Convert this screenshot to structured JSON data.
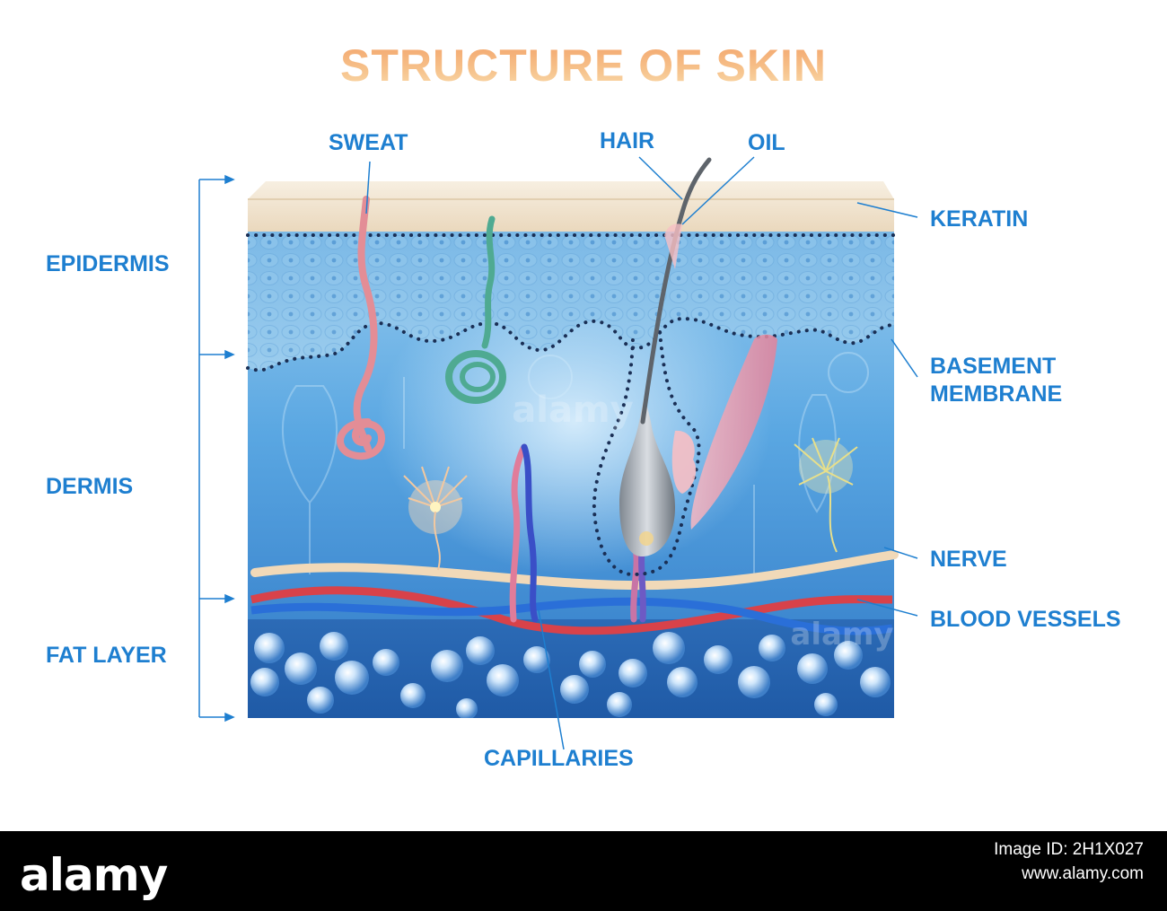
{
  "title": "STRUCTURE OF SKIN",
  "labels": {
    "sweat": "SWEAT",
    "hair": "HAIR",
    "oil": "OIL",
    "keratin": "KERATIN",
    "epidermis": "EPIDERMIS",
    "basement_membrane": "BASEMENT\nMEMBRANE",
    "dermis": "DERMIS",
    "nerve": "NERVE",
    "blood_vessels": "BLOOD VESSELS",
    "fat_layer": "FAT LAYER",
    "capillaries": "CAPILLARIES"
  },
  "watermark": "alamy",
  "footer": {
    "brand": "alamy",
    "image_id_label": "Image ID: 2H1X027",
    "site": "www.alamy.com"
  },
  "colors": {
    "label_blue": "#1e7fd0",
    "title_orange": "#f4ad74",
    "keratin": "#f3e8d4",
    "epidermis": "#8fc4e8",
    "dermis": "#4f9ede",
    "fat_layer": "#2e6fb8",
    "artery": "#d8424a",
    "vein": "#2a6fd8",
    "nerve": "#f1d9b8"
  }
}
